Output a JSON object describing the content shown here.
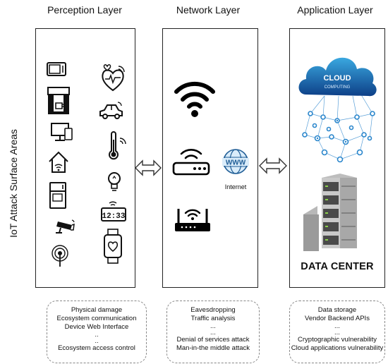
{
  "side_label": "IoT Attack Surface Areas",
  "layers": [
    {
      "title": "Perception Layer",
      "devices": [
        "microwave-icon",
        "heart-monitor-icon",
        "coffee-machine-icon",
        "car-icon",
        "computer-icon",
        "thermometer-icon",
        "smart-home-icon",
        "smart-bulb-icon",
        "refrigerator-icon",
        "digital-clock-icon",
        "camera-icon",
        "smartwatch-icon",
        "sensor-icon"
      ],
      "issues": [
        "Physical damage",
        "Ecosystem communication",
        "Device Web Interface",
        "..",
        "..",
        "Ecosystem access control"
      ]
    },
    {
      "title": "Network Layer",
      "internet_label": "Internet",
      "www_label": "WWW",
      "issues": [
        "Eavesdropping",
        "Traffic analysis",
        "...",
        "...",
        "Denial of services attack",
        "Man-in-the middle attack"
      ]
    },
    {
      "title": "Application Layer",
      "cloud_title": "CLOUD",
      "cloud_subtitle": "COMPUTING",
      "datacenter_label": "DATA CENTER",
      "issues": [
        "Data storage",
        "Vendor Backend APIs",
        "...",
        "...",
        "Cryptographic vulnerability",
        "Cloud applications vulnerability"
      ]
    }
  ]
}
